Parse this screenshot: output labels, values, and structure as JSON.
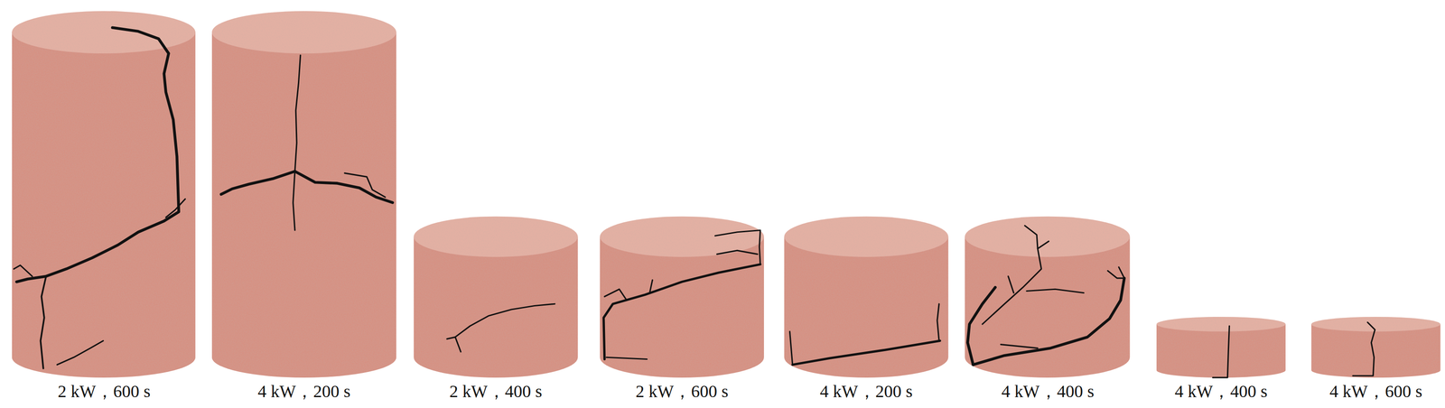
{
  "diagram": {
    "labels": [
      "2 kW，600 s",
      "4 kW，200 s",
      "2 kW，400 s",
      "2 kW，600 s",
      "4 kW，200 s",
      "4 kW，400 s",
      "4 kW，400 s",
      "4 kW，600 s"
    ]
  }
}
